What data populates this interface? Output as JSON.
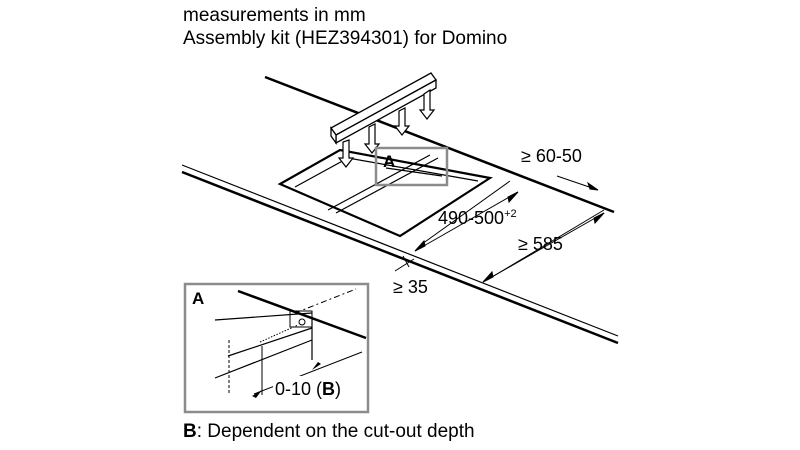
{
  "header": {
    "line1": "measurements in mm",
    "line2": "Assembly kit (HEZ394301) for Domino"
  },
  "labels": {
    "detail_marker": "A",
    "dim_top": "≥ 60-50",
    "dim_depth_main": "490-500",
    "dim_depth_tol": "+2",
    "dim_width": "≥ 585",
    "dim_edge": "≥ 35"
  },
  "inset": {
    "label": "A",
    "dim_prefix": "0-10 (",
    "dim_bold": "B",
    "dim_suffix": ")"
  },
  "footnote": {
    "key": "B",
    "text": ": Dependent on the cut-out depth"
  }
}
